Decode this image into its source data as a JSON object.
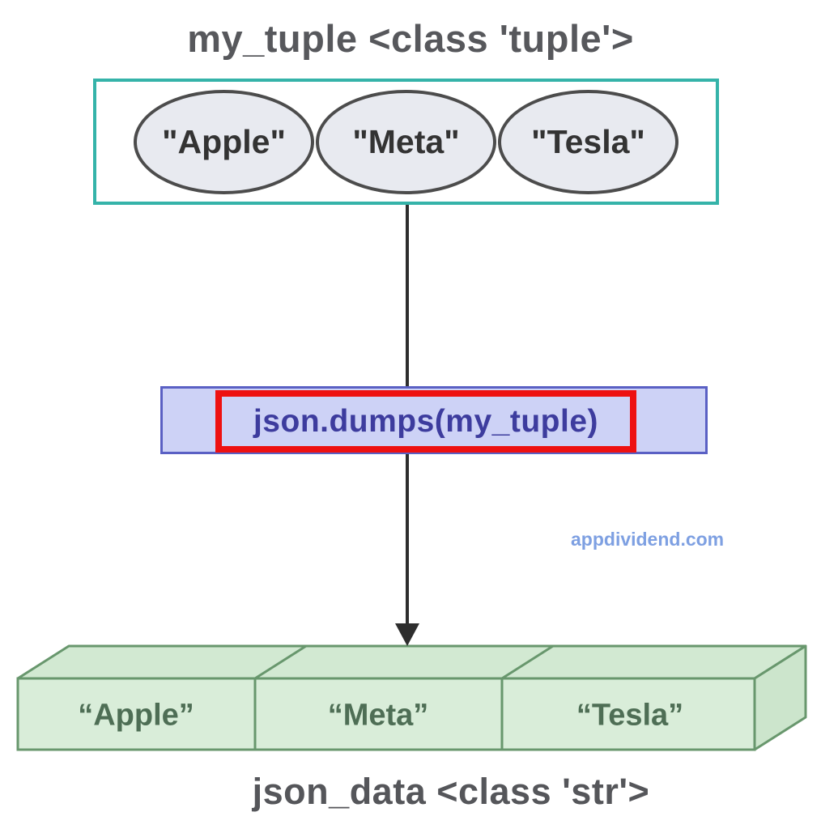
{
  "diagram": {
    "title": "my_tuple <class 'tuple'>",
    "bottom_label": "json_data <class 'str'>",
    "watermark": "appdividend.com",
    "tuple_box": {
      "items": [
        "\"Apple\"",
        "\"Meta\"",
        "\"Tesla\""
      ]
    },
    "function_box": {
      "label": "json.dumps(my_tuple)"
    },
    "string_box": {
      "items": [
        "“Apple”",
        "“Meta”",
        "“Tesla”"
      ]
    },
    "colors": {
      "tuple_box_border": "#35b3a9",
      "ellipse_fill": "#e8eaf0",
      "ellipse_border": "#4c4c4c",
      "function_box_fill": "#cdd2f6",
      "function_box_border": "#5a60c4",
      "highlight_border": "#ee1111",
      "function_text": "#3d3c9e",
      "string_box_fill": "#d9edd9",
      "string_box_border": "#68976d",
      "string_text": "#4e6e55",
      "title_text": "#57585c",
      "arrow": "#2e2e2e",
      "watermark_text": "#7ea0e2"
    }
  }
}
